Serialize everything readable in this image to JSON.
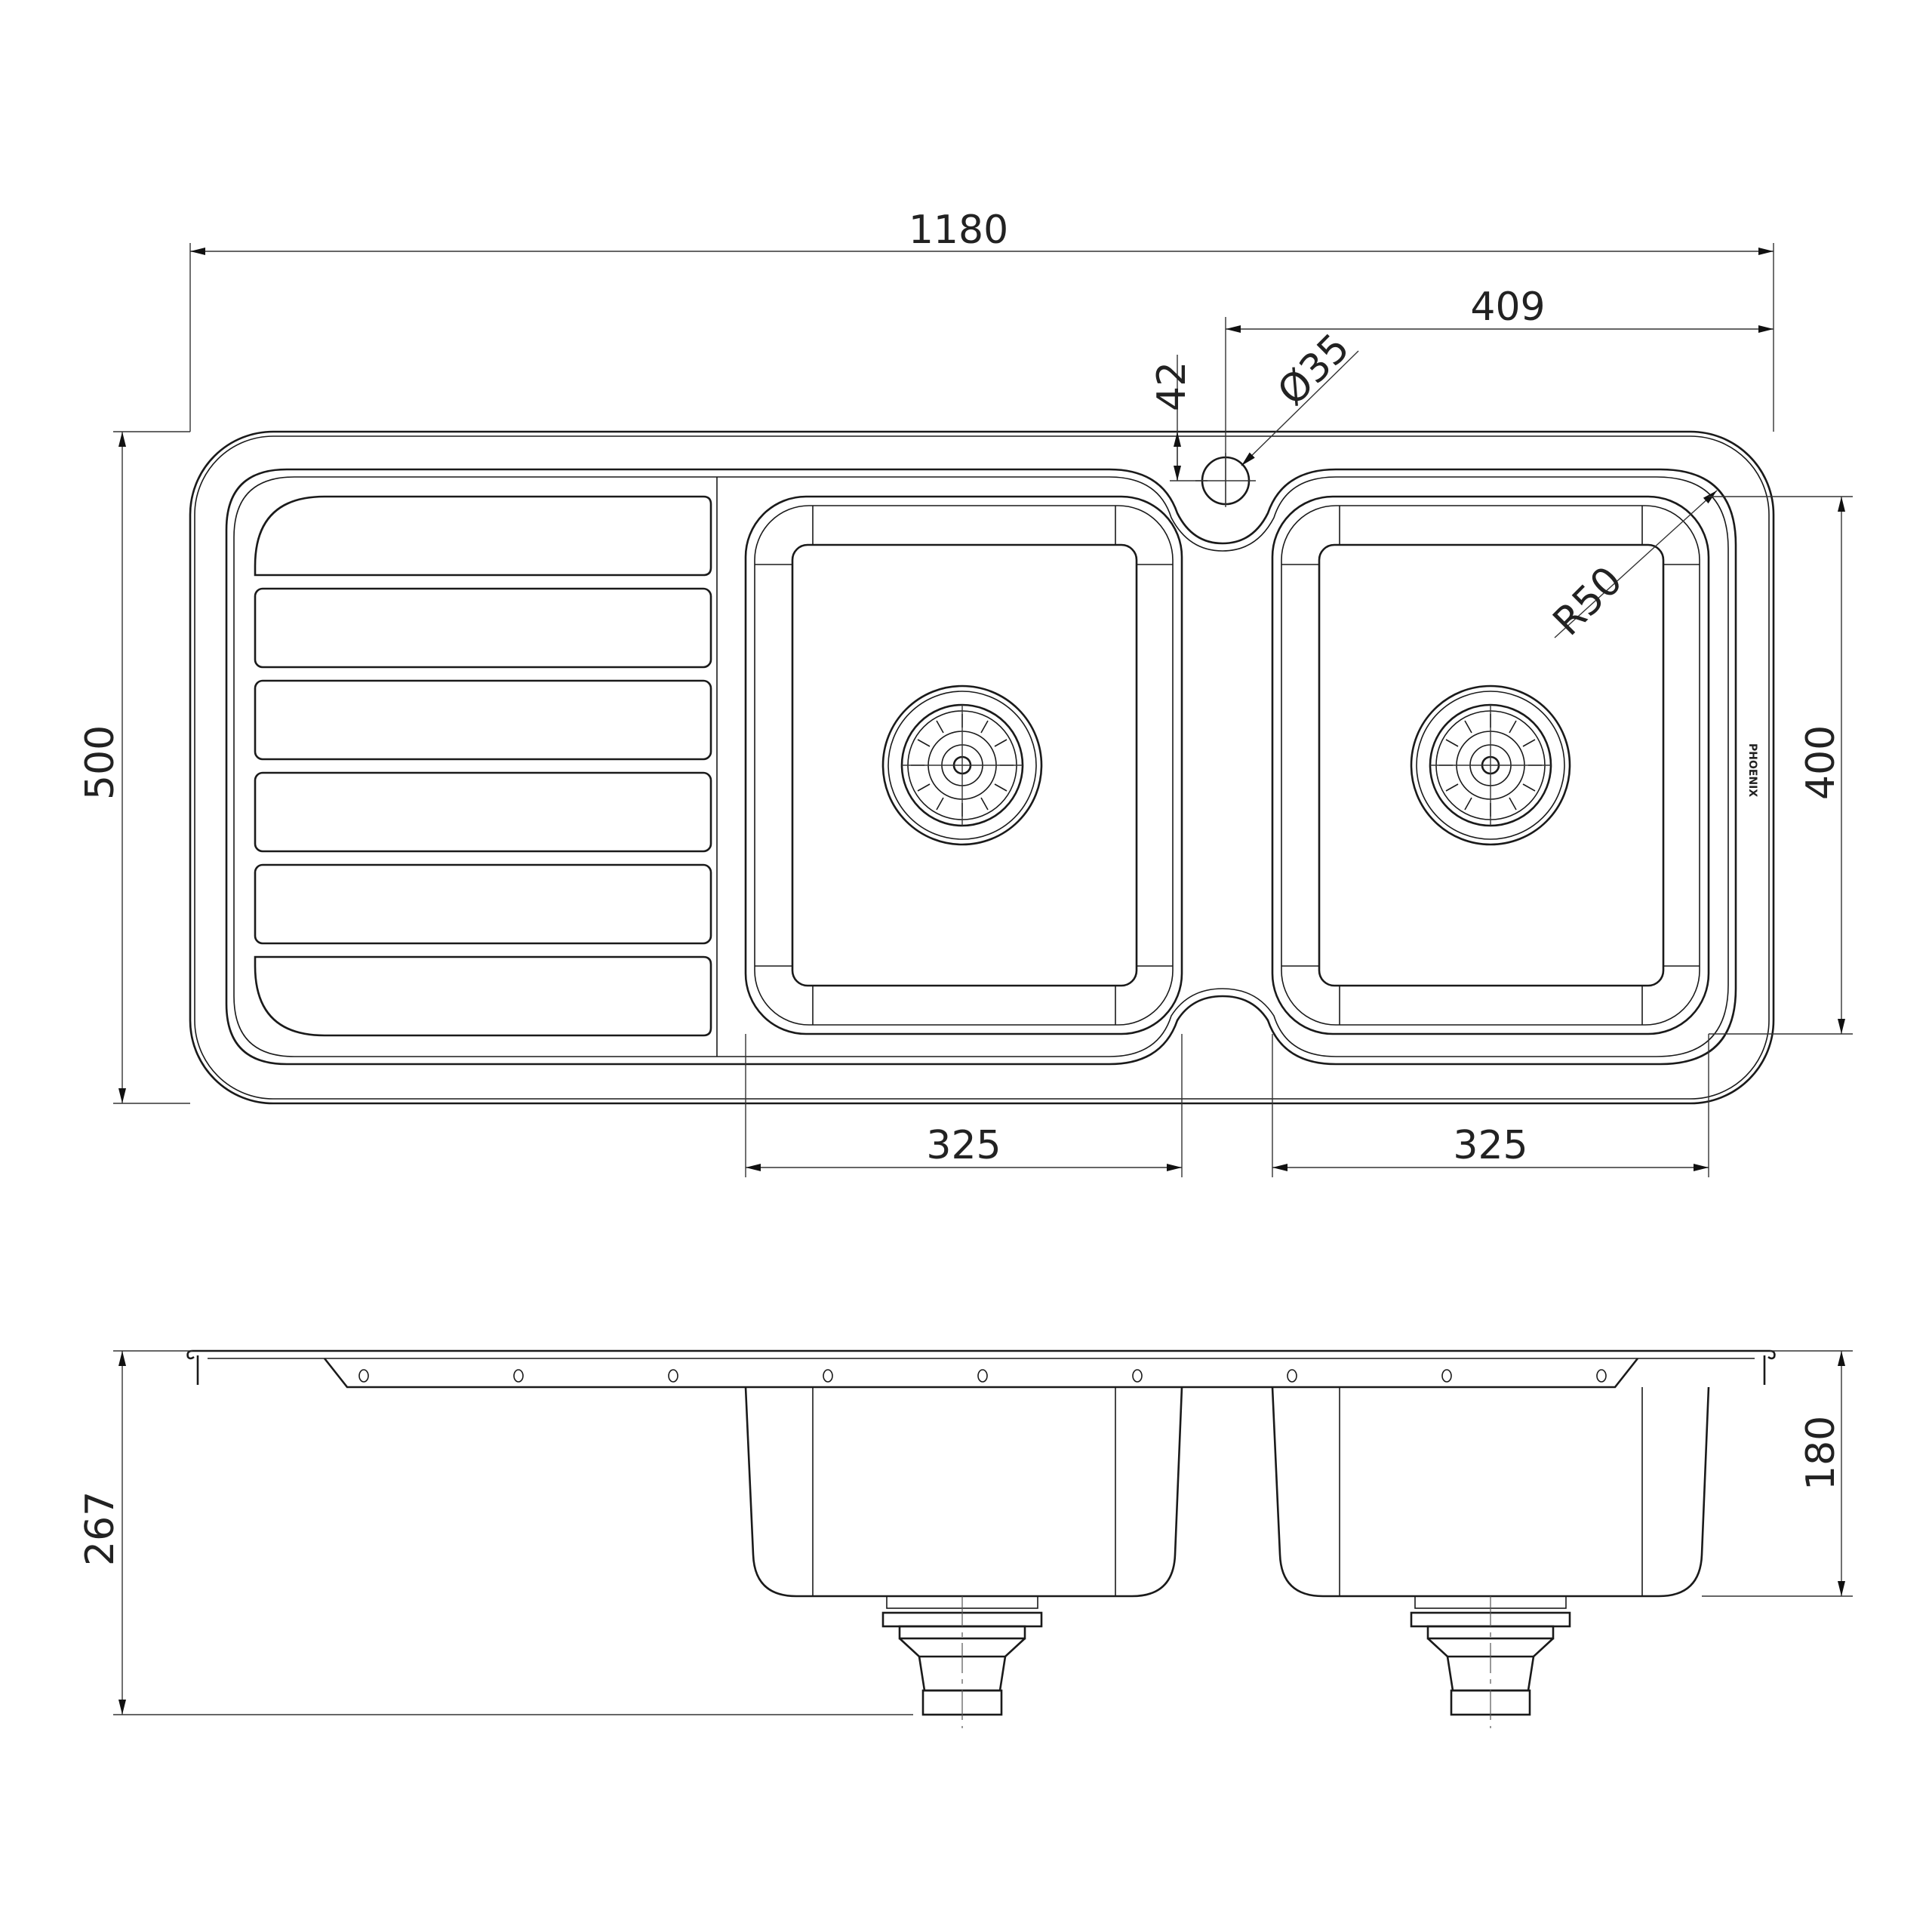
{
  "drawing": {
    "plan_view": {
      "overall_width": "1180",
      "overall_depth": "500",
      "tap_hole_offset": "409",
      "tap_hole_setback": "42",
      "tap_hole_diameter": "Ø35",
      "bowl_corner_radius": "R50",
      "bowl_depth_dim": "400",
      "bowl_left_width": "325",
      "bowl_right_width": "325",
      "brand": "PHOENIX",
      "drainer_ribs": 6
    },
    "side_view": {
      "overall_height": "267",
      "bowl_depth": "180",
      "clip_holes": 9
    }
  }
}
